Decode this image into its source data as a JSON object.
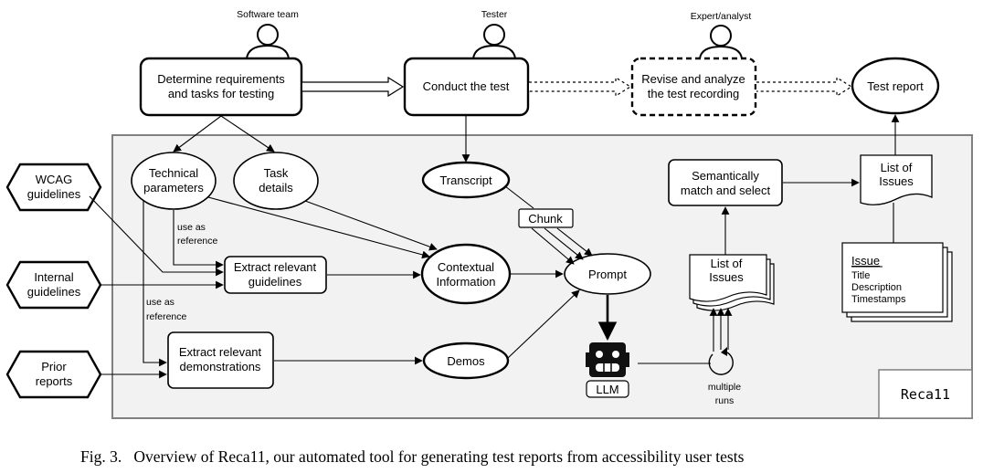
{
  "roles": {
    "software_team": "Software team",
    "tester": "Tester",
    "expert": "Expert/analyst"
  },
  "top": {
    "requirements": [
      "Determine requirements",
      "and tasks for testing"
    ],
    "conduct": "Conduct the test",
    "revise": [
      "Revise and analyze",
      "the test recording"
    ],
    "report": "Test report"
  },
  "inputs": {
    "wcag": [
      "WCAG",
      "guidelines"
    ],
    "internal": [
      "Internal",
      "guidelines"
    ],
    "prior": [
      "Prior",
      "reports"
    ]
  },
  "nodes": {
    "technical": [
      "Technical",
      "parameters"
    ],
    "task": [
      "Task",
      "details"
    ],
    "transcript": "Transcript",
    "chunk": "Chunk",
    "extract_guidelines": [
      "Extract relevant",
      "guidelines"
    ],
    "contextual": [
      "Contextual",
      "Information"
    ],
    "prompt": "Prompt",
    "extract_demos": [
      "Extract relevant",
      "demonstrations"
    ],
    "demos": "Demos",
    "llm": "LLM",
    "multiple_runs": [
      "multiple",
      "runs"
    ],
    "list_issues_left": [
      "List of",
      "Issues"
    ],
    "semantic": [
      "Semantically",
      "match and select"
    ],
    "list_issues_top": [
      "List of",
      "Issues"
    ],
    "issue_card": {
      "title": "Issue",
      "fields": [
        "Title",
        "Description",
        "Timestamps"
      ]
    }
  },
  "labels": {
    "ref1": [
      "use as",
      "reference"
    ],
    "ref2": [
      "use as",
      "reference"
    ]
  },
  "tool_name": "Reca11",
  "caption": "Fig. 3.   Overview of Reca11, our automated tool for generating test reports from accessibility user tests"
}
